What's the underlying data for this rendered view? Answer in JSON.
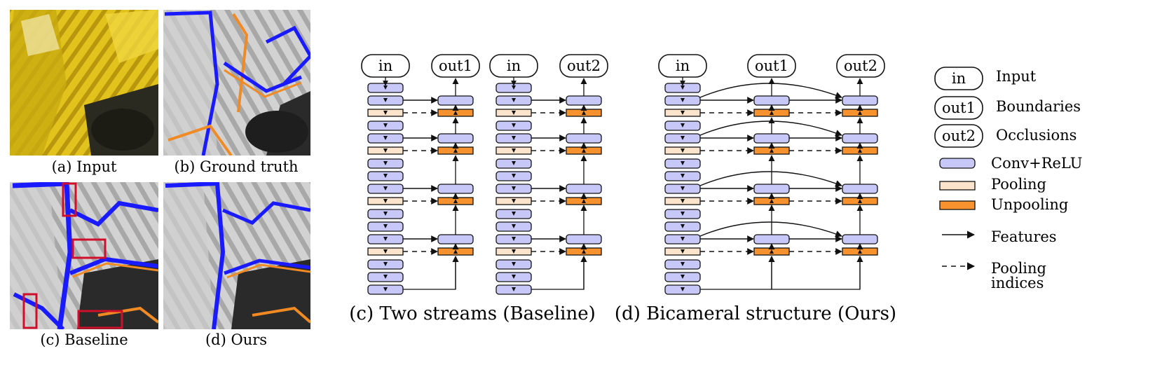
{
  "colors": {
    "conv": "#c8c8f8",
    "pool": "#fbe3cc",
    "unpool": "#f7922e",
    "boundary_blue": "#1a1aff",
    "occlusion_orange": "#f08a24",
    "highlight_red": "#d0102a",
    "image_yellow": "#e1c420"
  },
  "photo_panels": {
    "input_caption": "(a) Input",
    "ground_truth_caption": "(b) Ground truth",
    "baseline_caption": "(c) Baseline",
    "ours_caption": "(d) Ours"
  },
  "diagram_c": {
    "caption": "(c) Two streams (Baseline)",
    "in1": "in",
    "out1": "out1",
    "in2": "in",
    "out2": "out2"
  },
  "diagram_d": {
    "caption": "(d) Bicameral structure (Ours)",
    "in": "in",
    "out1": "out1",
    "out2": "out2"
  },
  "legend": {
    "in_node": "in",
    "in_label": "Input",
    "out1_node": "out1",
    "out1_label": "Boundaries",
    "out2_node": "out2",
    "out2_label": "Occlusions",
    "conv_label": "Conv+ReLU",
    "pool_label": "Pooling",
    "unpool_label": "Unpooling",
    "features_label": "Features",
    "pooling_indices_line1": "Pooling",
    "pooling_indices_line2": "indices"
  }
}
